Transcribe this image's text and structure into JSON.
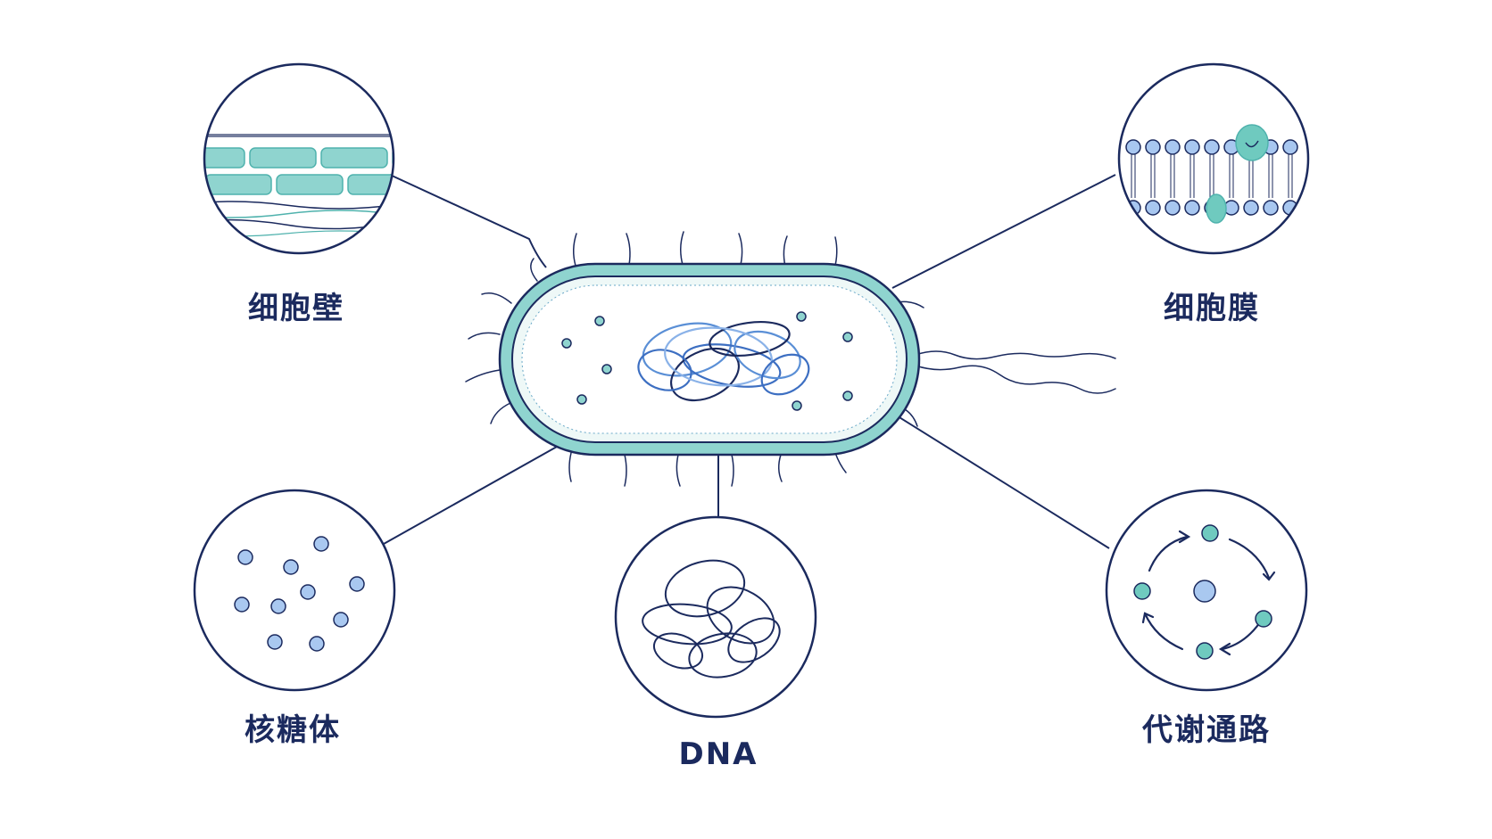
{
  "labels": {
    "cell_wall": "细胞壁",
    "cell_membrane": "细胞膜",
    "ribosome": "核糖体",
    "dna": "DNA",
    "metabolic_pathway": "代谢通路"
  },
  "colors": {
    "ink": "#1b2a5e",
    "teal": "#8fd4cf",
    "teal_dark": "#4fb2ad",
    "blue": "#5a8fd6",
    "light_blue": "#a9c8f0",
    "membrane_head": "#a8c7f0"
  }
}
